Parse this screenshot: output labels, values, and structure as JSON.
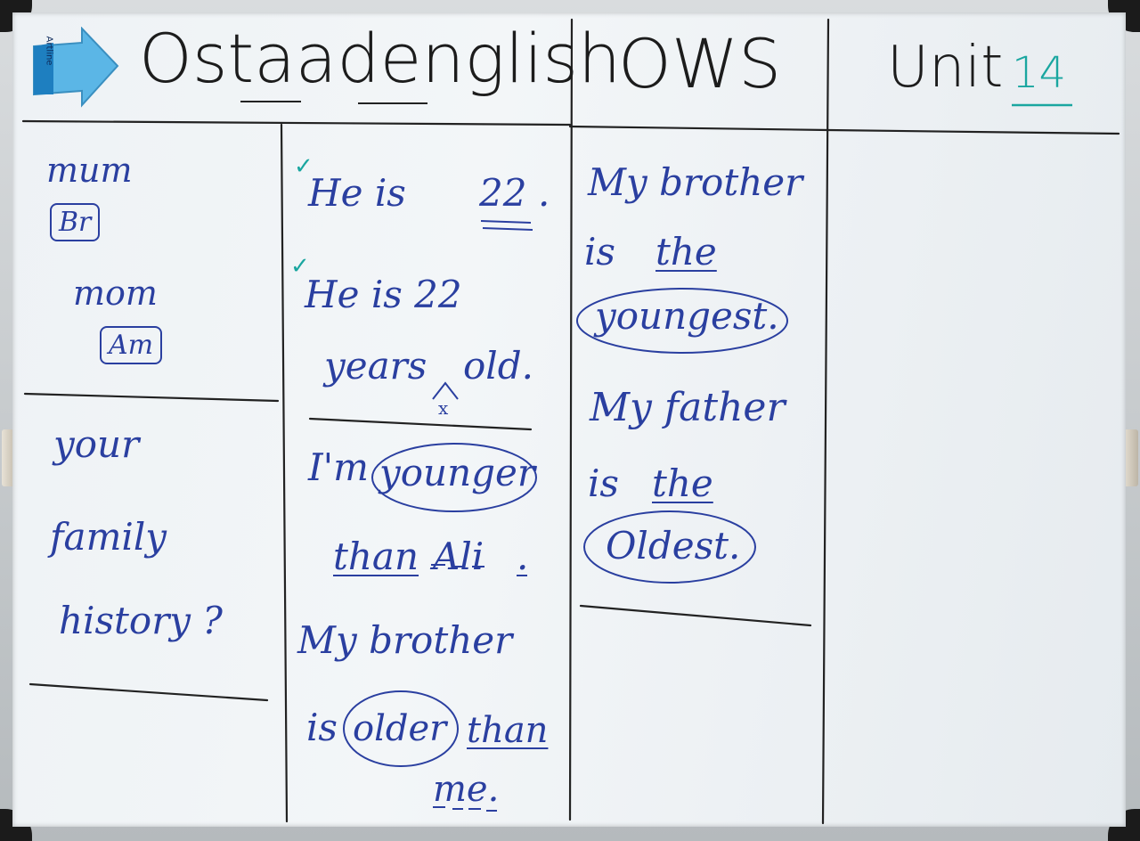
{
  "header": {
    "brand": "Ostaadenglish",
    "section": "OWS",
    "unit_label": "Unit",
    "unit_number": "14"
  },
  "eraser": {
    "brand": "Artline"
  },
  "col1": {
    "word1": "mum",
    "tag1": "Br",
    "word2": "mom",
    "tag2": "Am",
    "q_line1": "your",
    "q_line2": "family",
    "q_line3": "history ?"
  },
  "col2": {
    "line1_pre": "He is",
    "line1_num": "22",
    "line1_end": ".",
    "line2": "He is 22",
    "line3_a": "years",
    "line3_b": "old.",
    "mark_x": "x",
    "line4_pre": "I'm",
    "line4_circ": "younger",
    "line5_than": "than",
    "line5_name": "Ali",
    "line5_end": ".",
    "line6": "My brother",
    "line7_pre": "is",
    "line7_circ": "older",
    "line7_than": "than",
    "line8": "me."
  },
  "col3": {
    "line1": "My brother",
    "line2_pre": "is",
    "line2_the": "the",
    "line3_circ": "youngest.",
    "line4": "My father",
    "line5_pre": "is",
    "line5_the": "the",
    "line6_circ": "Oldest."
  },
  "colors": {
    "marker_blue": "#2a3fa0",
    "marker_black": "#1c1c1c",
    "marker_teal": "#1aa6a0",
    "eraser_blue": "#5bb6e6"
  }
}
